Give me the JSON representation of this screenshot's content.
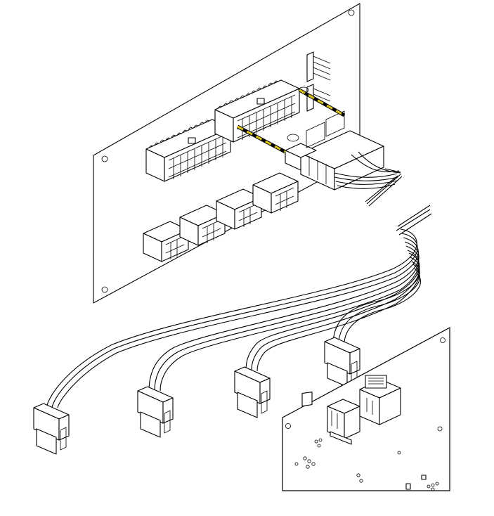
{
  "diagram": {
    "kind": "exploded cable assembly illustration",
    "parts": {
      "backplane": {
        "icon": "backplane-board",
        "hole_count": 4
      },
      "upper_connectors": {
        "icon": "atx-24pin-connector",
        "count": 2
      },
      "lower_connectors": {
        "icon": "pcie-8pin-connector",
        "count": 4
      },
      "side_headers": {
        "icon": "pin-header",
        "count": 2
      },
      "main_plug": {
        "icon": "cable-plug-24pin"
      },
      "harness": {
        "icon": "wire-harness",
        "branch_count": 4
      },
      "branch_plugs": {
        "icon": "cable-plug-6pin",
        "count": 4
      },
      "gpu_board": {
        "icon": "pcb-board",
        "sockets": 2
      }
    },
    "colors": {
      "line": "#000000",
      "fill": "#ffffff",
      "guide_dash": "#d8c21a"
    }
  }
}
